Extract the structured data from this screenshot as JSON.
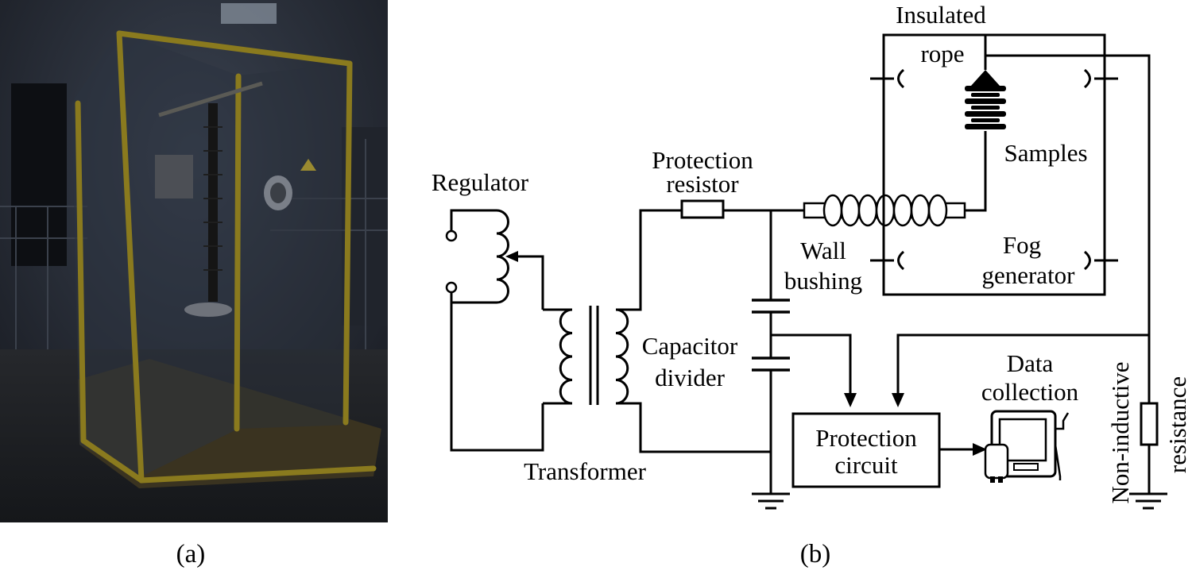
{
  "panel_a": {
    "caption": "(a)",
    "photo_subject": "fog-chamber-photo"
  },
  "panel_b": {
    "caption": "(b)",
    "labels": {
      "regulator": "Regulator",
      "transformer": "Transformer",
      "protection_resistor_1": "Protection",
      "protection_resistor_2": "resistor",
      "capacitor_divider_1": "Capacitor",
      "capacitor_divider_2": "divider",
      "wall_bushing_1": "Wall",
      "wall_bushing_2": "bushing",
      "insulated_rope_1": "Insulated",
      "insulated_rope_2": "rope",
      "samples": "Samples",
      "fog_generator_1": "Fog",
      "fog_generator_2": "generator",
      "protection_circuit_1": "Protection",
      "protection_circuit_2": "circuit",
      "data_collection_1": "Data",
      "data_collection_2": "collection",
      "non_inductive_1": "Non-inductive",
      "non_inductive_2": "resistance"
    }
  },
  "colors": {
    "photo_dark": "#1c2028",
    "frame_yellow": "#8a7a1e",
    "line": "#000000"
  }
}
